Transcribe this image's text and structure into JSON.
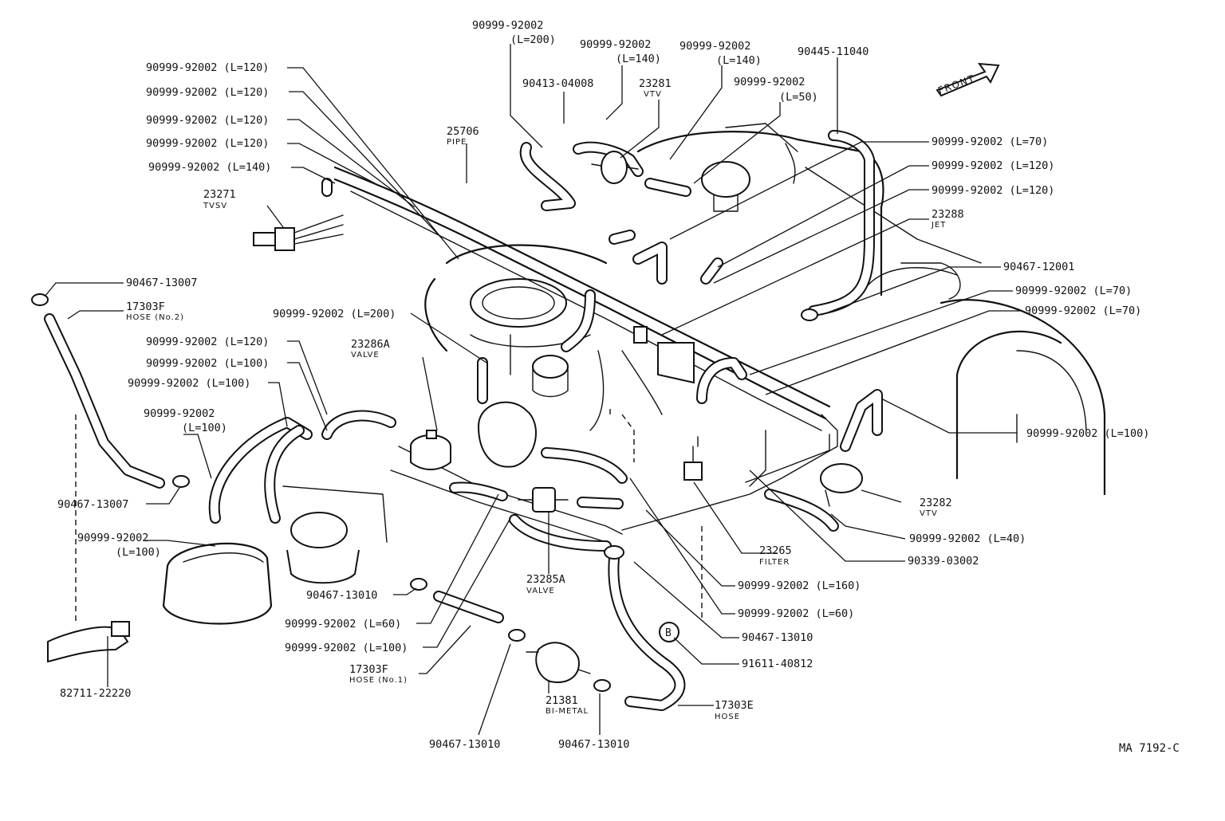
{
  "labels": {
    "l01": {
      "pn": "90999-92002",
      "sub": "(L=200)"
    },
    "l02": {
      "pn": "90999-92002",
      "sub": "(L=140)"
    },
    "l03": {
      "pn": "90999-92002",
      "sub": "(L=140)"
    },
    "l04": {
      "pn": "90445-11040"
    },
    "l05": {
      "pn": "90999-92002 (L=120)"
    },
    "l06": {
      "pn": "90999-92002 (L=120)"
    },
    "l07": {
      "pn": "90999-92002 (L=120)"
    },
    "l08": {
      "pn": "90999-92002 (L=120)"
    },
    "l09": {
      "pn": "90999-92002 (L=140)"
    },
    "l10": {
      "pn": "90413-04008"
    },
    "l11": {
      "pn": "23281",
      "sub": "VTV"
    },
    "l12": {
      "pn": "90999-92002",
      "sub": "(L=50)"
    },
    "l13": {
      "pn": "25706",
      "sub": "PIPE"
    },
    "l14": {
      "pn": "23271",
      "sub": "TVSV"
    },
    "l15": {
      "pn": "90999-92002 (L=70)"
    },
    "l16": {
      "pn": "90999-92002 (L=120)"
    },
    "l17": {
      "pn": "90999-92002 (L=120)"
    },
    "l18": {
      "pn": "23288",
      "sub": "JET"
    },
    "l19": {
      "pn": "90467-13007"
    },
    "l20": {
      "pn": "17303F",
      "sub": "HOSE (No.2)"
    },
    "l21": {
      "pn": "90467-12001"
    },
    "l22": {
      "pn": "90999-92002 (L=70)"
    },
    "l23": {
      "pn": "90999-92002 (L=70)"
    },
    "l24": {
      "pn": "90999-92002 (L=200)"
    },
    "l25": {
      "pn": "23286A",
      "sub": "VALVE"
    },
    "l26": {
      "pn": "90999-92002 (L=120)"
    },
    "l27": {
      "pn": "90999-92002 (L=100)"
    },
    "l28": {
      "pn": "90999-92002 (L=100)"
    },
    "l29": {
      "pn": "90999-92002",
      "sub": "(L=100)"
    },
    "l30": {
      "pn": "90999-92002 (L=100)"
    },
    "l31": {
      "pn": "90467-13007"
    },
    "l32": {
      "pn": "23282",
      "sub": "VTV"
    },
    "l33": {
      "pn": "90999-92002",
      "sub": "(L=100)"
    },
    "l34": {
      "pn": "90999-92002 (L=40)"
    },
    "l35": {
      "pn": "23265",
      "sub": "FILTER"
    },
    "l36": {
      "pn": "90339-03002"
    },
    "l37": {
      "pn": "23285A",
      "sub": "VALVE"
    },
    "l38": {
      "pn": "90467-13010"
    },
    "l39": {
      "pn": "90999-92002 (L=160)"
    },
    "l40": {
      "pn": "90999-92002 (L=60)"
    },
    "l41": {
      "pn": "90999-92002 (L=60)"
    },
    "l42": {
      "pn": "90467-13010"
    },
    "l43": {
      "pn": "90999-92002 (L=100)"
    },
    "l44": {
      "pn": "91611-40812"
    },
    "l45": {
      "pn": "17303F",
      "sub": "HOSE (No.1)"
    },
    "l46": {
      "pn": "21381",
      "sub": "BI-METAL"
    },
    "l47": {
      "pn": "17303E",
      "sub": "HOSE"
    },
    "l48": {
      "pn": "82711-22220"
    },
    "l49": {
      "pn": "90467-13010"
    },
    "l50": {
      "pn": "90467-13010"
    }
  },
  "front_label": "FRONT",
  "marker_b": "B",
  "drawing_ref": "MA 7192-C"
}
